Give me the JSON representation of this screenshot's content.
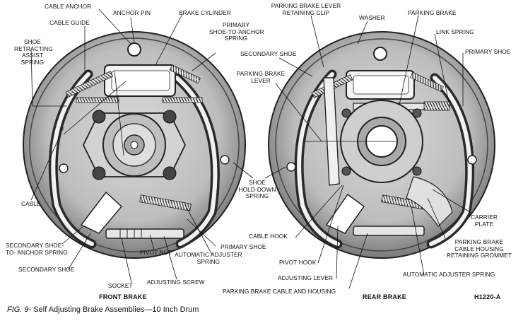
{
  "front_labels": {
    "cable_anchor": "CABLE ANCHOR",
    "anchor_pin": "ANCHOR PIN",
    "brake_cylinder": "BRAKE CYLINDER",
    "cable_guide": "CABLE GUIDE",
    "primary_shoe_anchor_spring": [
      "PRIMARY",
      "SHOE-TO-ANCHOR",
      "SPRING"
    ],
    "shoe_retracting_spring": [
      "SHOE",
      "RETRACTING",
      "ASSIST",
      "SPRING"
    ],
    "cable": "CABLE",
    "secondary_shoe_anchor_spring": [
      "SECONDARY SHOE-",
      "TO- ANCHOR SPRING"
    ],
    "secondary_shoe": "SECONDARY SHOE",
    "primary_shoe": "PRIMARY SHOE",
    "automatic_adjuster_spring": [
      "AUTOMATIC ADJUSTER",
      "SPRING"
    ],
    "pivot_nut": "PIVOT NUT",
    "socket": "SOCKET",
    "adjusting_screw": "ADJUSTING SCREW",
    "title": "FRONT BRAKE"
  },
  "rear_labels": {
    "parking_brake_lever_clip": [
      "PARKING BRAKE LEVER",
      "RETAINING CLIP"
    ],
    "washer": "WASHER",
    "parking_brake": "PARKING BRAKE",
    "link_spring": "LINK SPRING",
    "primary_shoe": "PRIMARY SHOE",
    "secondary_shoe": "SECONDARY SHOE",
    "parking_brake_lever": [
      "PARKING BRAKE",
      "LEVER"
    ],
    "shoe_hold_down_spring": [
      "SHOE",
      "HOLD-DOWN",
      "SPRING"
    ],
    "cable_hook": "CABLE HOOK",
    "pivot_hook": "PIVOT HOOK",
    "adjusting_lever": "ADJUSTING LEVER",
    "parking_brake_cable": "PARKING BRAKE CABLE AND HOUSING",
    "carrier_plate": [
      "CARRIER",
      "PLATE"
    ],
    "cable_housing_grommet": [
      "PARKING BRAKE",
      "CABLE HOUSING",
      "RETAINING GROMMET"
    ],
    "automatic_adjuster_spring": "AUTOMATIC ADJUSTER SPRING",
    "title": "REAR BRAKE"
  },
  "figure_code": "H1220-A",
  "caption": {
    "fig": "FIG. 9-",
    "text": "Self Adjusting Brake Assemblies—10 Inch Drum"
  }
}
